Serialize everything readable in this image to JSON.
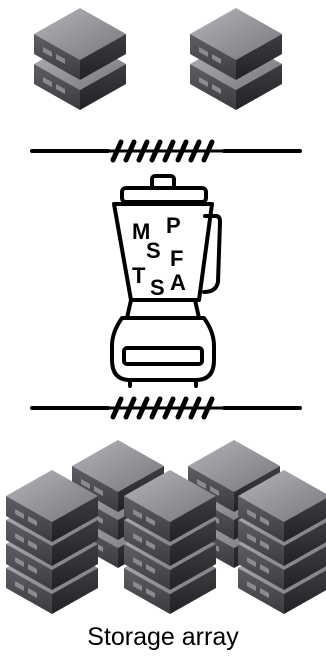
{
  "caption": "Storage array",
  "blender_letters": [
    "M",
    "P",
    "S",
    "F",
    "T",
    "S",
    "A"
  ],
  "colors": {
    "server_top": "#8f8f95",
    "server_front": "#4a4a4f",
    "server_side": "#2e2e33",
    "line": "#000000"
  },
  "icons": {
    "server": "server-unit-icon",
    "link": "hatched-connection-icon",
    "blender": "blender-icon"
  }
}
